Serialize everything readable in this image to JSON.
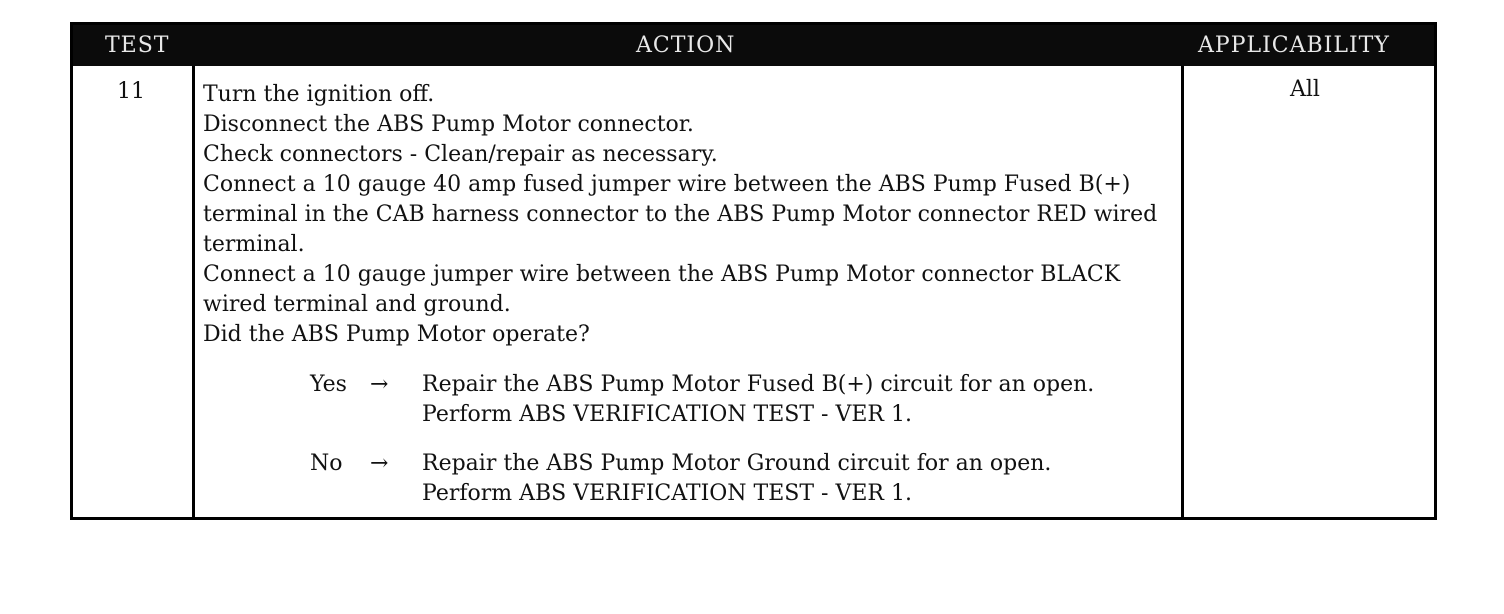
{
  "header": {
    "test": "TEST",
    "action": "ACTION",
    "applicability": "APPLICABILITY"
  },
  "row": {
    "test_number": "11",
    "applicability": "All",
    "action_lines": [
      "Turn the ignition off.",
      "Disconnect the ABS Pump Motor connector.",
      "Check connectors - Clean/repair as necessary.",
      "Connect a 10 gauge 40 amp fused jumper wire between the ABS Pump Fused B(+)",
      "terminal in the CAB harness connector to the ABS Pump Motor connector RED wired",
      "terminal.",
      "Connect a 10 gauge jumper wire between the ABS Pump Motor connector BLACK",
      "wired terminal and ground.",
      "Did the ABS Pump Motor operate?"
    ],
    "responses": [
      {
        "answer": "Yes",
        "arrow": "→",
        "lines": [
          "Repair the ABS Pump Motor Fused B(+) circuit for an open.",
          "Perform ABS VERIFICATION TEST - VER 1."
        ]
      },
      {
        "answer": "No",
        "arrow": "→",
        "lines": [
          "Repair the ABS Pump Motor Ground circuit for an open.",
          "Perform ABS VERIFICATION TEST - VER 1."
        ]
      }
    ]
  }
}
